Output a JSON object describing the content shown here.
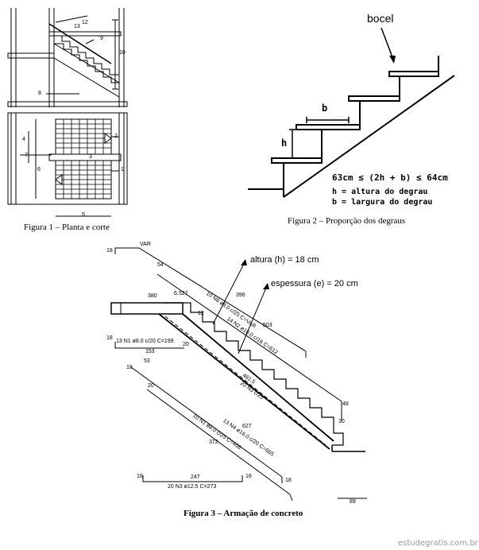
{
  "fig1": {
    "caption": "Figura 1 – Planta e corte",
    "labels": [
      "13",
      "12",
      "9",
      "10",
      "8",
      "4",
      "2",
      "7",
      "3",
      "6",
      "1",
      "5"
    ]
  },
  "fig2": {
    "caption": "Figura 2 – Proporção dos degraus",
    "bocel": "bocel",
    "b": "b",
    "h": "h",
    "formula": "63cm ≤ (2h + b) ≤ 64cm",
    "legend_h": "h = altura do degrau",
    "legend_b": "b = largura do degrau"
  },
  "fig3": {
    "caption": "Figura 3 – Armação de concreto",
    "altura": "altura (h) = 18 cm",
    "espessura": "espessura (e) = 20 cm",
    "labels": {
      "var": "VAR",
      "n18a": "18",
      "n54": "54",
      "n380": "380",
      "n6527": "6.527",
      "n396": "396",
      "bar_top": "10 N6 ø8.0 c/25 C=VAR",
      "n503": "503",
      "n12": "12",
      "bar_n2": "14 N2 ø10.0 c/16 C=612",
      "n18b": "18",
      "bar_n1": "13 N1 ø8.0 c/20 C=199",
      "n20a": "20",
      "n153": "153",
      "n18c": "18",
      "n53": "53",
      "n4615": "461.5",
      "bar_n3a": "20 N3 c/25",
      "n48": "48",
      "n20b": "20",
      "n10": "10",
      "n627": "627",
      "bar_n4": "13 N4 ø16.0 c/20 C=665",
      "bar_n1b": "10 N1 ø8.0 c/25 C=406",
      "n372": "372",
      "n16a": "16",
      "n247": "247",
      "n16b": "16",
      "bar_n3b": "20 N3 ø12.5 C=273",
      "n18d": "18",
      "n89": "89"
    }
  },
  "watermark": "estudegratis.com.br"
}
